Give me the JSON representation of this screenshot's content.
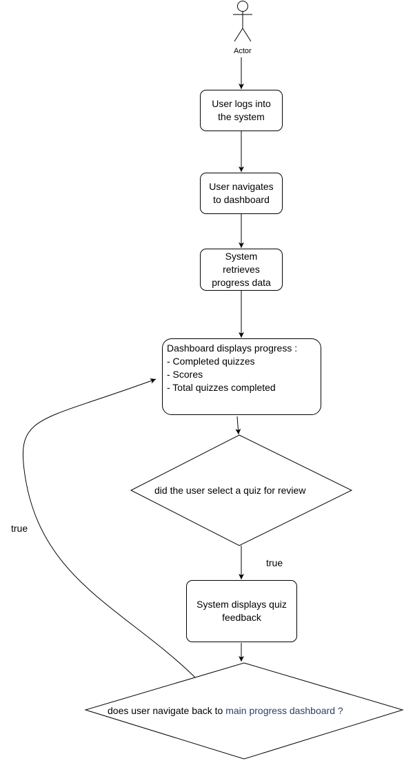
{
  "actor": {
    "label": "Actor"
  },
  "steps": {
    "login": "User logs into\nthe system",
    "navigate": "User navigates\nto dashboard",
    "retrieve": "System\nretrieves\nprogress data",
    "dashboard": "Dashboard displays progress :\n- Completed quizzes\n- Scores\n- Total quizzes completed",
    "feedback": "System displays quiz\nfeedback"
  },
  "decisions": {
    "select_quiz": "did the user select a quiz for review",
    "navigate_back_prefix": "does user navigate back to ",
    "navigate_back_highlight": "main progress dashboard ?"
  },
  "edge_labels": {
    "true_down": "true",
    "true_loop": "true"
  },
  "colors": {
    "line": "#000000",
    "fill": "#ffffff",
    "highlight_text": "#2b3f66"
  }
}
